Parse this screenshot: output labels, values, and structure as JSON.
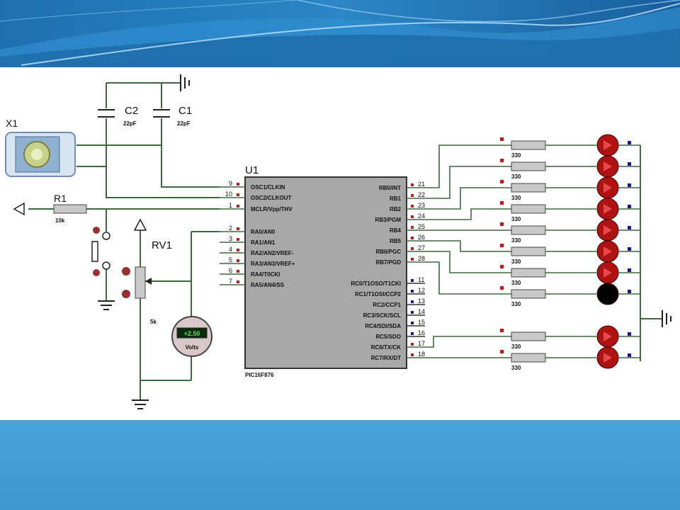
{
  "schematic": {
    "crystal": {
      "ref": "X1"
    },
    "capacitors": [
      {
        "ref": "C2",
        "value": "22pF"
      },
      {
        "ref": "C1",
        "value": "22pF"
      }
    ],
    "reset_resistor": {
      "ref": "R1",
      "value": "10k"
    },
    "potentiometer": {
      "ref": "RV1",
      "value": "5k"
    },
    "voltmeter": {
      "reading": "+2.50",
      "unit": "Volts"
    },
    "mcu": {
      "ref": "U1",
      "part": "PIC16F876",
      "left_pins": [
        {
          "num": "9",
          "name": "OSC1/CLKIN"
        },
        {
          "num": "10",
          "name": "OSC2/CLKOUT"
        },
        {
          "num": "1",
          "name": "MCLR/Vpp/THV"
        },
        {
          "num": "2",
          "name": "RA0/AN0"
        },
        {
          "num": "3",
          "name": "RA1/AN1"
        },
        {
          "num": "4",
          "name": "RA2/AN2/VREF-"
        },
        {
          "num": "5",
          "name": "RA3/AN3/VREF+"
        },
        {
          "num": "6",
          "name": "RA4/T0CKI"
        },
        {
          "num": "7",
          "name": "RA5/AN4/SS"
        }
      ],
      "right_pins_b": [
        {
          "num": "21",
          "name": "RB0/INT"
        },
        {
          "num": "22",
          "name": "RB1"
        },
        {
          "num": "23",
          "name": "RB2"
        },
        {
          "num": "24",
          "name": "RB3/PGM"
        },
        {
          "num": "25",
          "name": "RB4"
        },
        {
          "num": "26",
          "name": "RB5"
        },
        {
          "num": "27",
          "name": "RB6/PGC"
        },
        {
          "num": "28",
          "name": "RB7/PGD"
        }
      ],
      "right_pins_c": [
        {
          "num": "11",
          "name": "RC0/T1OSO/T1CKI"
        },
        {
          "num": "12",
          "name": "RC1/T1OSI/CCP2"
        },
        {
          "num": "13",
          "name": "RC2/CCP1"
        },
        {
          "num": "14",
          "name": "RC3/SCK/SCL"
        },
        {
          "num": "15",
          "name": "RC4/SDI/SDA"
        },
        {
          "num": "16",
          "name": "RC5/SDO"
        },
        {
          "num": "17",
          "name": "RC6/TX/CK"
        },
        {
          "num": "18",
          "name": "RC7/RX/DT"
        }
      ]
    },
    "led_resistor_value": "330",
    "led_states": [
      "on",
      "on",
      "on",
      "on",
      "on",
      "on",
      "on",
      "off",
      "on",
      "on"
    ],
    "colors": {
      "wire": "#3a6b3a",
      "chip": "#a8a8a8",
      "led_on": "#b01212",
      "led_off": "#000000",
      "resistor": "#c8c8c8",
      "pin_marker": "#1a1a8c",
      "pin_marker_active": "#c01a1a"
    }
  }
}
